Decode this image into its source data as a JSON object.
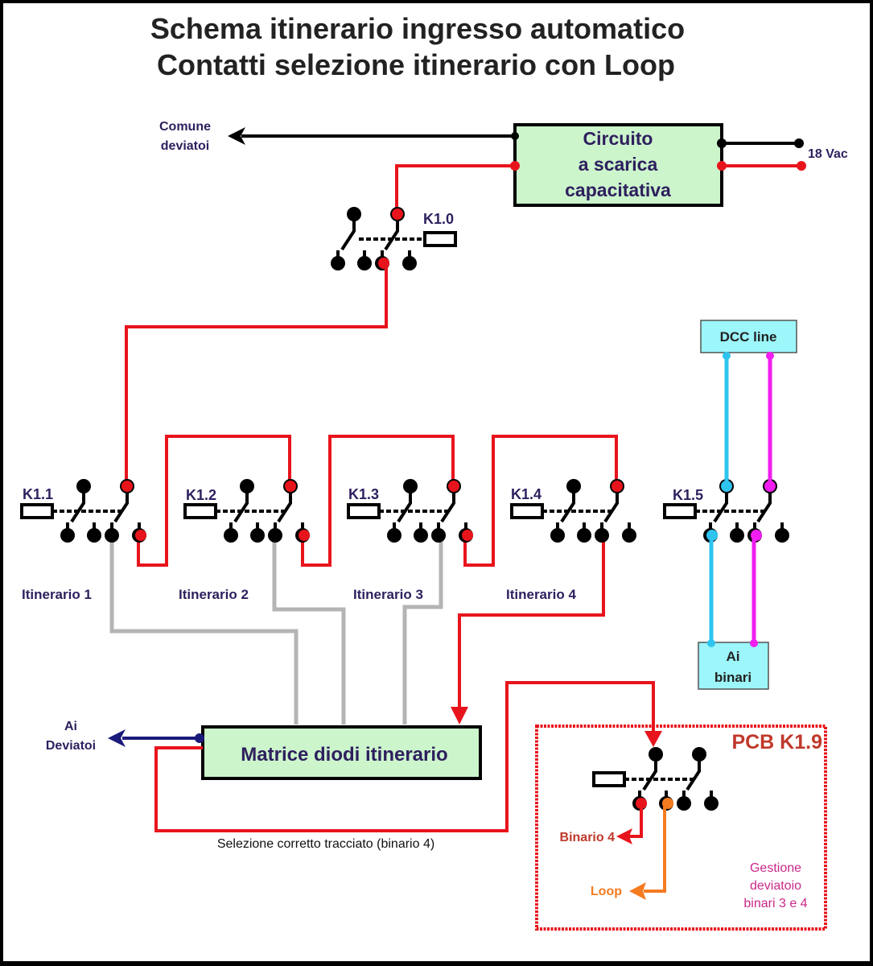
{
  "title": {
    "line1": "Schema itinerario ingresso automatico",
    "line2": "Contatti selezione itinerario con Loop"
  },
  "colors": {
    "wire_red": "#e8141c",
    "wire_black": "#000000",
    "wire_grey": "#b4b4b4",
    "wire_cyan": "#2ec4ef",
    "wire_magenta": "#f01ef0",
    "wire_navy": "#1a1a7a",
    "wire_orange": "#f47b20",
    "box_green": "#ccf5cc",
    "box_cyan": "#9cf6fa",
    "label_purple": "#2e1f5e",
    "pcb_red": "#c0392b",
    "gestione_magenta": "#c9288a"
  },
  "labels": {
    "comune_deviatoi": [
      "Comune",
      "deviatoi"
    ],
    "vac": "18 Vac",
    "circuito": [
      "Circuito",
      "a scarica",
      "capacitativa"
    ],
    "k10": "K1.0",
    "dcc_line": "DCC line",
    "ai_binari": [
      "Ai",
      "binari"
    ],
    "ai_deviatoi": [
      "Ai",
      "Deviatoi"
    ],
    "matrice": "Matrice diodi itinerario",
    "selezione": "Selezione corretto tracciato (binario 4)",
    "pcb": "PCB K1.9",
    "binario4": "Binario 4",
    "loop": "Loop",
    "gestione": [
      "Gestione",
      "deviatoio",
      "binari 3 e 4"
    ]
  },
  "relays": [
    {
      "id": "K1.1",
      "itinerary": "Itinerario 1"
    },
    {
      "id": "K1.2",
      "itinerary": "Itinerario 2"
    },
    {
      "id": "K1.3",
      "itinerary": "Itinerario 3"
    },
    {
      "id": "K1.4",
      "itinerary": "Itinerario 4"
    },
    {
      "id": "K1.5",
      "itinerary": ""
    }
  ]
}
